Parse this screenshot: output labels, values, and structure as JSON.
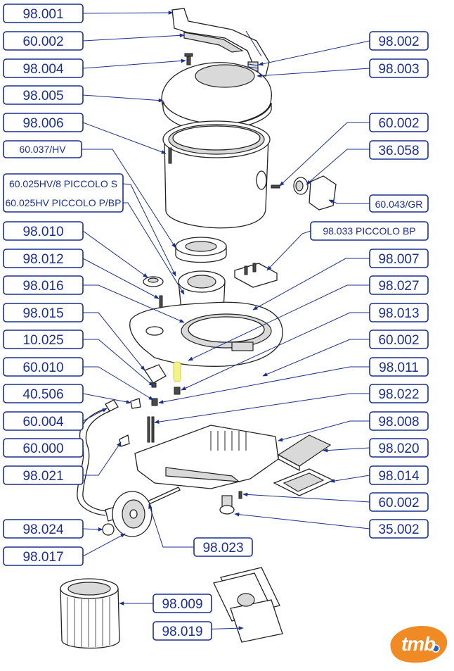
{
  "labels": [
    {
      "id": "l01",
      "text": "98.001"
    },
    {
      "id": "l02",
      "text": "60.002"
    },
    {
      "id": "l03",
      "text": "98.004"
    },
    {
      "id": "l04",
      "text": "98.005"
    },
    {
      "id": "l05",
      "text": "98.006"
    },
    {
      "id": "l06",
      "text": "60.037/HV"
    },
    {
      "id": "l07",
      "text": "60.025HV/8 PICCOLO S"
    },
    {
      "id": "l08",
      "text": "60.025HV PICCOLO P/BP"
    },
    {
      "id": "l09",
      "text": "98.010"
    },
    {
      "id": "l10",
      "text": "98.012"
    },
    {
      "id": "l11",
      "text": "98.016"
    },
    {
      "id": "l12",
      "text": "98.015"
    },
    {
      "id": "l13",
      "text": "10.025"
    },
    {
      "id": "l14",
      "text": "60.010"
    },
    {
      "id": "l15",
      "text": "40.506"
    },
    {
      "id": "l16",
      "text": "60.004"
    },
    {
      "id": "l17",
      "text": "60.000"
    },
    {
      "id": "l18",
      "text": "98.021"
    },
    {
      "id": "l19",
      "text": "98.024"
    },
    {
      "id": "l20",
      "text": "98.017"
    },
    {
      "id": "l21",
      "text": "98.023"
    },
    {
      "id": "l22",
      "text": "98.009"
    },
    {
      "id": "l23",
      "text": "98.019"
    },
    {
      "id": "r01",
      "text": "98.002"
    },
    {
      "id": "r02",
      "text": "98.003"
    },
    {
      "id": "r03",
      "text": "60.002"
    },
    {
      "id": "r04",
      "text": "36.058"
    },
    {
      "id": "r05",
      "text": "60.043/GR"
    },
    {
      "id": "r06",
      "text": "98.033 PICCOLO BP"
    },
    {
      "id": "r07",
      "text": "98.007"
    },
    {
      "id": "r08",
      "text": "98.027"
    },
    {
      "id": "r09",
      "text": "98.013"
    },
    {
      "id": "r10",
      "text": "60.002"
    },
    {
      "id": "r11",
      "text": "98.011"
    },
    {
      "id": "r12",
      "text": "98.022"
    },
    {
      "id": "r13",
      "text": "98.008"
    },
    {
      "id": "r14",
      "text": "98.020"
    },
    {
      "id": "r15",
      "text": "98.014"
    },
    {
      "id": "r16",
      "text": "60.002"
    },
    {
      "id": "r17",
      "text": "35.002"
    }
  ],
  "logo": {
    "text": "tmb",
    "color": "#f08a24",
    "dot_color": "#2c63b0"
  }
}
